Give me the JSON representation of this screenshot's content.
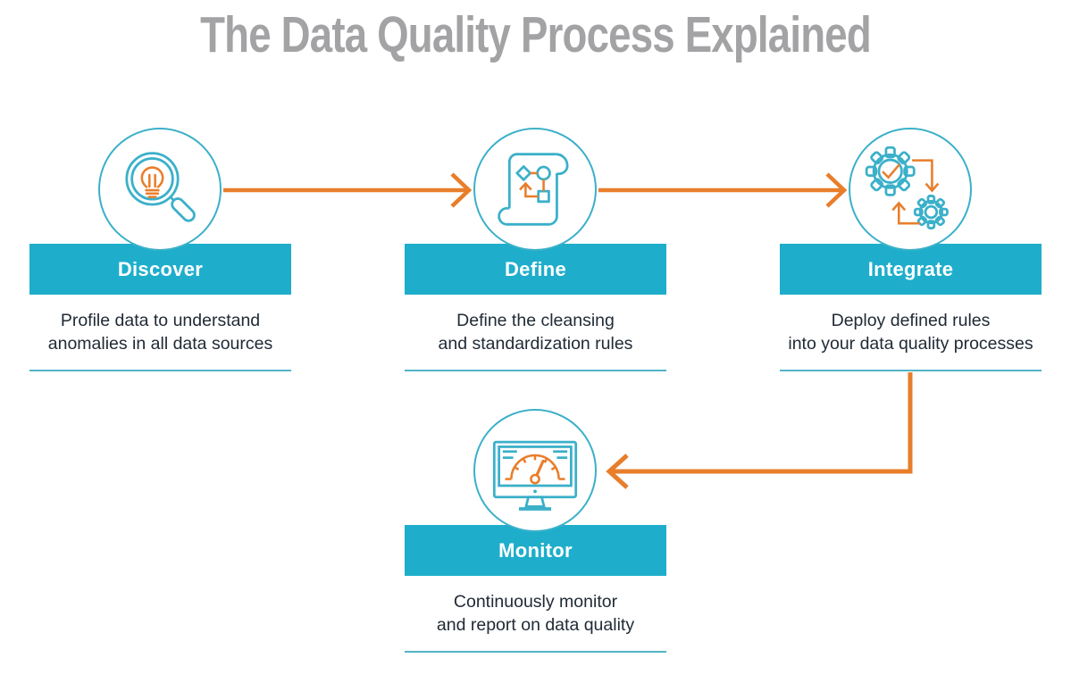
{
  "title": "The Data Quality Process Explained",
  "colors": {
    "teal_bar": "#1EAECB",
    "teal_stroke": "#3BB0C9",
    "teal_underline": "#52B4C6",
    "orange_accent": "#E87E2B",
    "title_gray": "#A3A3A5",
    "text_dark": "#212B36"
  },
  "steps": [
    {
      "label": "Discover",
      "icon": "magnifier-lightbulb-icon",
      "desc_line1": "Profile data to understand",
      "desc_line2": "anomalies in all data sources"
    },
    {
      "label": "Define",
      "icon": "scroll-flowchart-icon",
      "desc_line1": "Define the cleansing",
      "desc_line2": "and standardization rules"
    },
    {
      "label": "Integrate",
      "icon": "gears-cycle-icon",
      "desc_line1": "Deploy defined rules",
      "desc_line2": "into your data quality processes"
    },
    {
      "label": "Monitor",
      "icon": "monitor-gauge-icon",
      "desc_line1": "Continuously monitor",
      "desc_line2": "and report on data quality"
    }
  ],
  "arrows": [
    {
      "name": "arrow-discover-to-define",
      "direction": "right"
    },
    {
      "name": "arrow-define-to-integrate",
      "direction": "right"
    },
    {
      "name": "arrow-integrate-to-monitor",
      "direction": "down-left"
    }
  ]
}
